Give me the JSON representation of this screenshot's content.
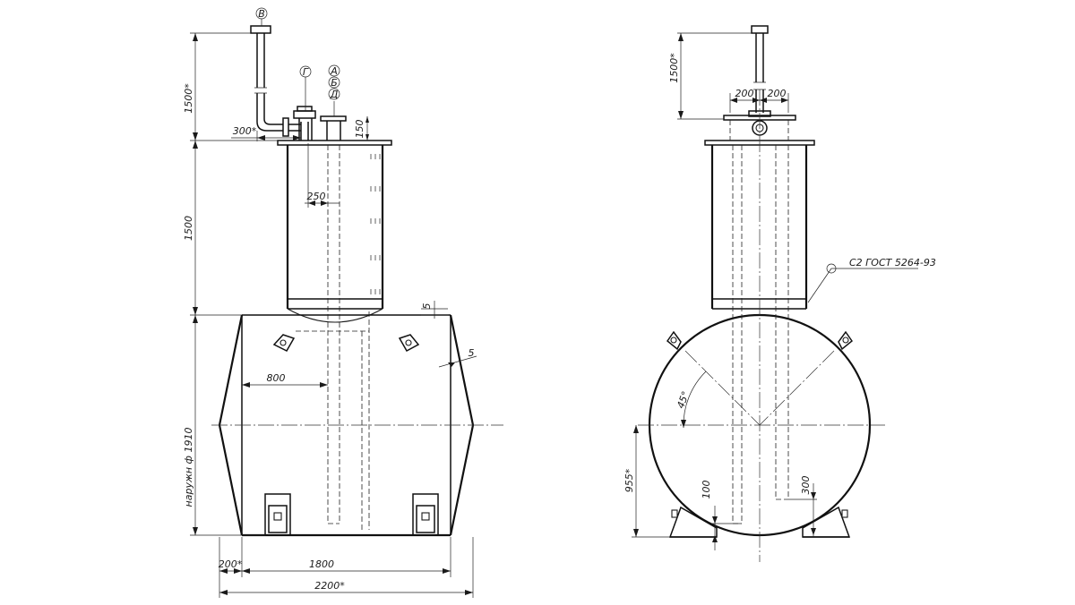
{
  "front_view": {
    "callouts": {
      "v": "В",
      "g": "Г",
      "a": "А",
      "b": "Б",
      "d": "Д"
    },
    "dims": {
      "vent_height": "1500*",
      "vent_offset": "300*",
      "flange_h": "150",
      "neck_offset": "250",
      "neck_height": "1500",
      "gap": "5",
      "angle": "5",
      "hatch_offset": "800",
      "body_dia": "наружн ф 1910",
      "cone_len": "200*",
      "body_len": "1800",
      "overall_len": "2200*"
    }
  },
  "side_view": {
    "dims": {
      "vent_height": "1500*",
      "left_200": "200",
      "right_200": "200",
      "weld_note": "С2 ГОСТ 5264-93",
      "angle": "45°",
      "pipe_100": "100",
      "pipe_300": "300",
      "support_h": "955*"
    }
  }
}
